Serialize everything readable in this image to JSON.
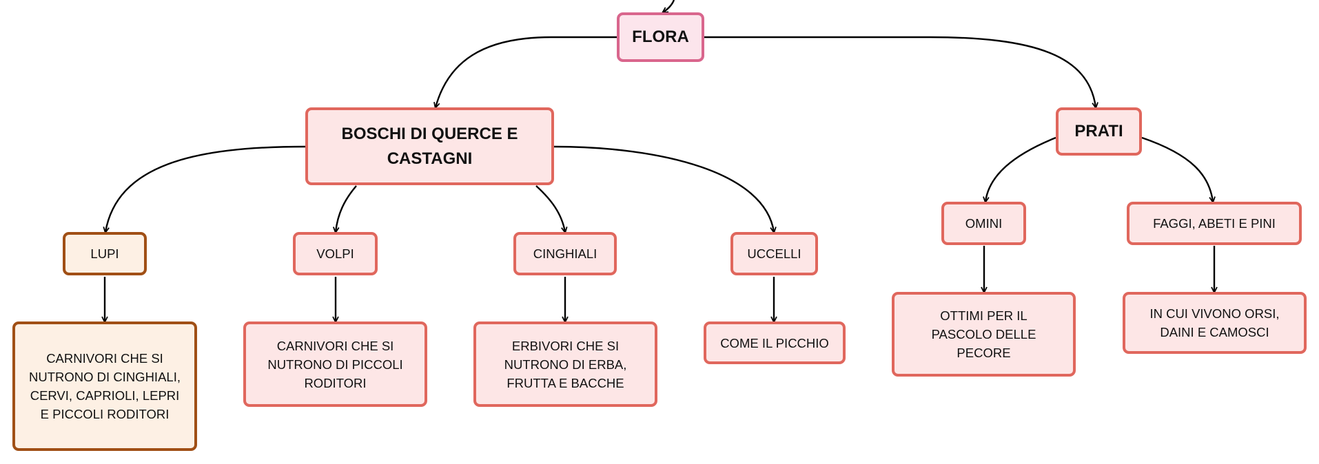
{
  "nodes": {
    "flora": "FLORA",
    "boschi": "BOSCHI DI QUERCE E CASTAGNI",
    "prati": "PRATI",
    "lupi": "LUPI",
    "volpi": "VOLPI",
    "cinghiali": "CINGHIALI",
    "uccelli": "UCCELLI",
    "omini": "OMINI",
    "faggi": "FAGGI, ABETI E PINI",
    "lupi_desc": "CARNIVORI CHE SI NUTRONO DI CINGHIALI, CERVI, CAPRIOLI, LEPRI E PICCOLI RODITORI",
    "volpi_desc": "CARNIVORI CHE SI NUTRONO DI PICCOLI RODITORI",
    "cinghiali_desc": "ERBIVORI CHE SI NUTRONO DI ERBA, FRUTTA E BACCHE",
    "uccelli_desc": "COME IL PICCHIO",
    "omini_desc": "OTTIMI PER IL PASCOLO DELLE PECORE",
    "faggi_desc": "IN CUI VIVONO ORSI, DAINI E CAMOSCI"
  },
  "colors": {
    "node_border": "#e0675d",
    "node_fill": "#fde6e6",
    "root_border": "#d9668d",
    "lupi_border": "#a04f15",
    "lupi_fill": "#fdf0e4",
    "edge": "#000000"
  }
}
